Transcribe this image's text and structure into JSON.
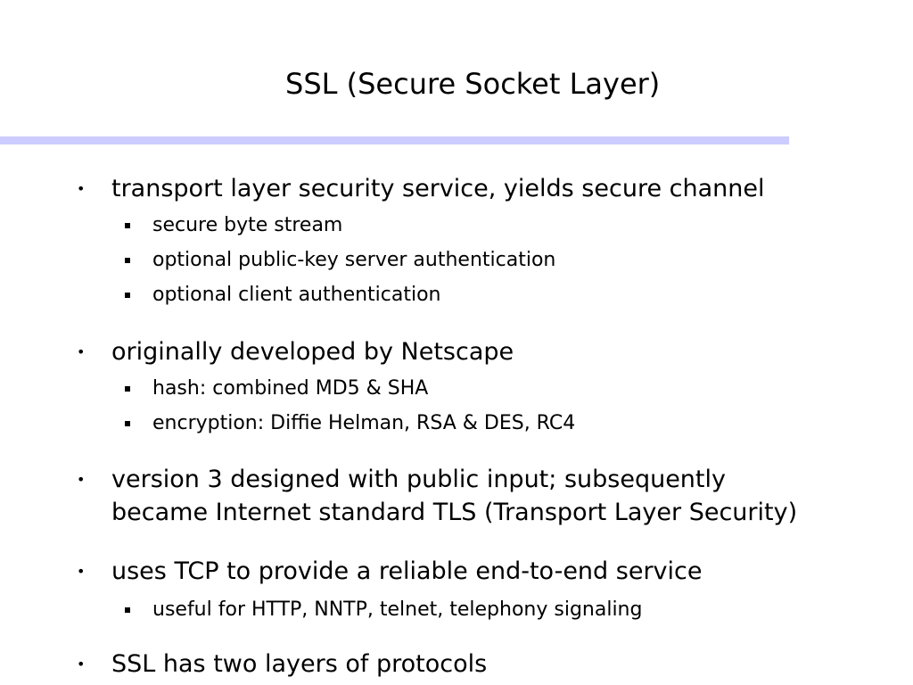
{
  "slide": {
    "title": "SSL (Secure Socket Layer)",
    "accent_color": "#ccccff",
    "bullets": [
      {
        "text": "transport layer security service, yields secure channel",
        "subs": [
          "secure byte stream",
          "optional public-key server authentication",
          "optional client authentication"
        ]
      },
      {
        "text": "originally developed by Netscape",
        "subs": [
          "hash: combined MD5 & SHA",
          "encryption: Diffie Helman, RSA & DES, RC4"
        ]
      },
      {
        "text_lines": [
          "version 3 designed with public input; subsequently",
          "became Internet standard TLS (Transport Layer Security)"
        ]
      },
      {
        "text": "uses TCP to provide a reliable end-to-end service",
        "subs": [
          "useful for HTTP, NNTP, telnet, telephony signaling"
        ]
      },
      {
        "text": "SSL has two layers of protocols"
      }
    ]
  }
}
